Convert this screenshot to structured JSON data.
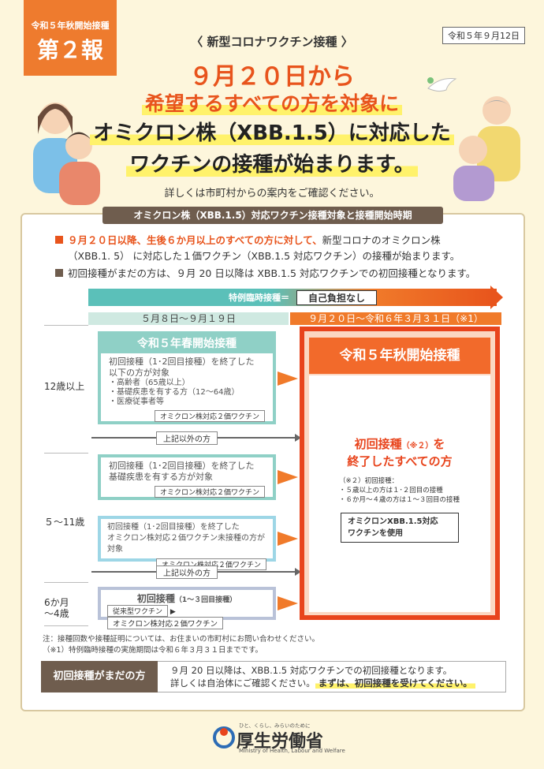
{
  "badge": {
    "line1": "令和５年秋開始接種",
    "line2": "第２報"
  },
  "date": "令和５年９月12日",
  "subhead": "〈 新型コロナワクチン接種 〉",
  "headline": {
    "l1": "９月２０日から",
    "l2": "希望するすべての方を対象に",
    "l3": "オミクロン株（XBB.1.5）に対応した",
    "l4": "ワクチンの接種が始まります。"
  },
  "detail_note": "詳しくは市町村からの案内をご確認ください。",
  "panel_title": "オミクロン株（XBB.1.5）対応ワクチン接種対象と接種開始時期",
  "bullets": {
    "b1_red": "９月２０日以降、生後６か月以上のすべての方に対して、",
    "b1_rest": "新型コロナのオミクロン株",
    "b1_line2": "（XBB.1. 5） に対応した１価ワクチン（XBB.1.5 対応ワクチン）の接種が始まります。",
    "b2": "初回接種がまだの方は、９月 20 日以降は XBB.1.5 対応ワクチンでの初回接種となります。"
  },
  "timeline": {
    "tokurei": "特例臨時接種＝",
    "jiko": "自己負担なし",
    "left_period": "５月８日～９月１９日",
    "right_period": "９月２０日～令和６年３月３１日（※1）"
  },
  "rows": {
    "r1": "12歳以上",
    "r2": "５～11歳",
    "r3a": "6か月",
    "r3b": "～4歳"
  },
  "spring_box": {
    "title": "令和５年春開始接種",
    "l1": "初回接種（1･2回目接種）を終了した",
    "l2": "以下の方が対象",
    "i1": "・高齢者（65歳以上）",
    "i2": "・基礎疾患を有する方（12～64歳）",
    "i3": "・医療従事者等",
    "tag": "オミクロン株対応２価ワクチン"
  },
  "other1": "上記以外の方",
  "box_511a": {
    "l1": "初回接種（1･2回目接種）を終了した",
    "l2": "基礎疾患を有する方が対象",
    "tag": "オミクロン株対応２価ワクチン"
  },
  "box_511b": {
    "l1": "初回接種（1･2回目接種）を終了した",
    "l2": "オミクロン株対応２価ワクチン未接種の方が対象",
    "tag": "オミクロン株対応２価ワクチン"
  },
  "other2": "上記以外の方",
  "box_infant": {
    "title": "初回接種",
    "title_sub": "（1～３回目接種）",
    "tag1": "従来型ワクチン",
    "tag2": "オミクロン株対応２価ワクチン"
  },
  "autumn": {
    "title": "令和５年秋開始接種",
    "main1": "初回接種",
    "main1_note": "（※２）",
    "main1_tail": "を",
    "main2": "終了したすべての方",
    "note_h": "（※２）初回接種：",
    "note1": "・５歳以上の方は１･２回目の接種",
    "note2": "・６か月～４歳の方は１～３回目の接種",
    "vac1": "オミクロンXBB.1.5対応",
    "vac2": "ワクチンを使用"
  },
  "footnotes": {
    "f1": "注：接種回数や接種証明については、お住まいの市町村にお問い合わせください。",
    "f2": "（※1）特例臨時接種の実施期間は令和６年３月３１日までです。"
  },
  "bottom": {
    "tag": "初回接種がまだの方",
    "l1": "９月 20 日以降は、XBB.1.5 対応ワクチンでの初回接種となります。",
    "l2a": "詳しくは自治体にご確認ください。",
    "l2b": "まずは、初回接種を受けてください。"
  },
  "logo": {
    "top": "ひと、くらし、みらいのために",
    "name": "厚生労働省",
    "sub": "Ministry of Health, Labour and Welfare"
  },
  "colors": {
    "accent": "#e8541c",
    "teal": "#8fd0c6",
    "brown": "#6f5d4e"
  }
}
